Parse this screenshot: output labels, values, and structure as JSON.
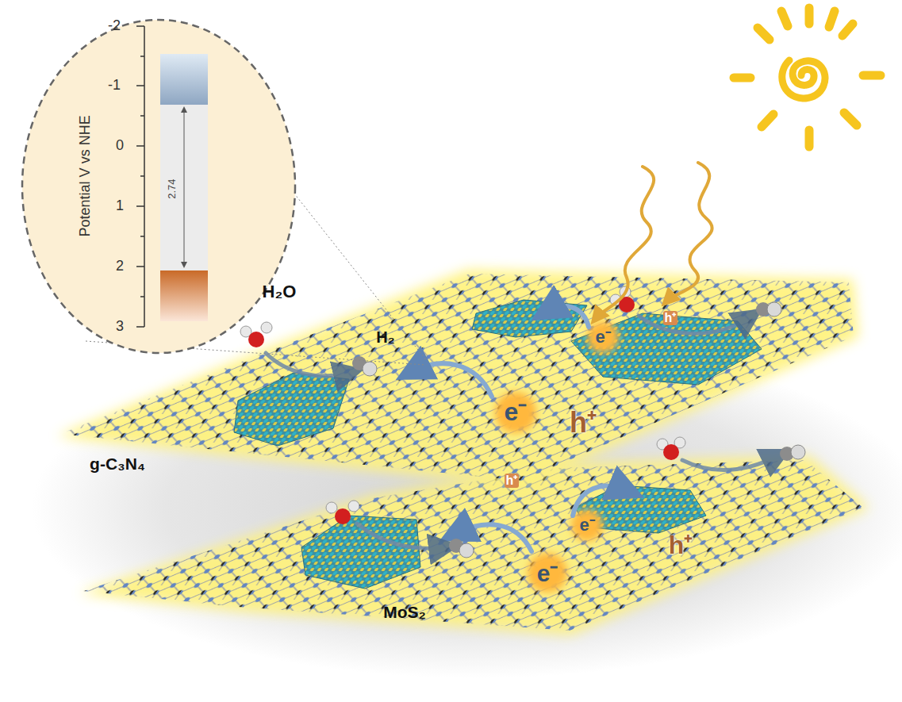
{
  "diagram": {
    "labels": [
      "Potential V vs NHE",
      "-2",
      "-1",
      "0",
      "1",
      "2",
      "3",
      "2.74",
      "H₂O",
      "H₂",
      "e⁻",
      "h⁺",
      "e⁻",
      "h⁺",
      "h⁺",
      "e⁻",
      "h⁺",
      "e⁻",
      "g-C₃N₄",
      "MoS₂"
    ]
  }
}
